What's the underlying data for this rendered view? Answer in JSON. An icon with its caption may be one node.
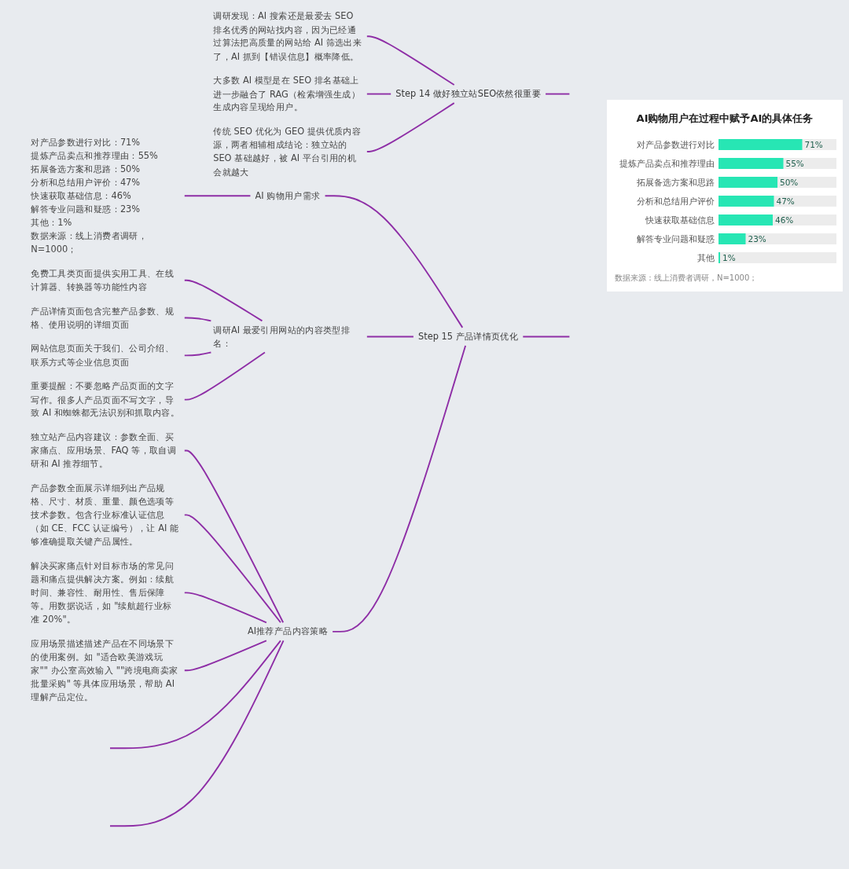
{
  "diagram": {
    "nodes": [
      {
        "text": [
          "Step 14 做好独立站SEO依然很重要"
        ]
      },
      {
        "text": [
          "调研发现：AI 搜索还是最爱去 SEO 排名优秀的网站找内容，因为已经通过算法把高质量的网站给 AI 筛选出来了，AI 抓到【错误信息】概率降低。"
        ]
      },
      {
        "text": [
          "大多数 AI 模型是在 SEO 排名基础上进一步融合了 RAG（检索增强生成）生成内容呈现给用户。"
        ]
      },
      {
        "text": [
          "传统 SEO 优化为 GEO 提供优质内容源，两者相辅相成结论：独立站的 SEO 基础越好，被 AI 平台引用的机会就越大"
        ]
      },
      {
        "text": [
          "Step 15 产品详情页优化"
        ]
      },
      {
        "text": [
          "调研AI 最爱引用网站的内容类型排名："
        ]
      },
      {
        "text": [
          "免费工具类页面提供实用工具、在线计算器、转换器等功能性内容"
        ]
      },
      {
        "text": [
          "产品详情页面包含完整产品参数、规格、使用说明的详细页面"
        ]
      },
      {
        "text": [
          "网站信息页面关于我们、公司介绍、联系方式等企业信息页面"
        ]
      },
      {
        "text": [
          "重要提醒：不要忽略产品页面的文字写作。很多人产品页面不写文字，导致 AI 和蜘蛛都无法识别和抓取内容。"
        ]
      },
      {
        "text": [
          "AI 购物用户需求"
        ]
      },
      {
        "text": [
          "对产品参数进行对比：71%",
          "提炼产品卖点和推荐理由：55%",
          "拓展备选方案和思路：50%",
          "分析和总结用户评价：47%",
          "快速获取基础信息：46%",
          "解答专业问题和疑惑：23%",
          "其他：1%",
          "数据来源：线上消费者调研，N=1000；"
        ]
      },
      {
        "text": [
          "AI推荐产品内容策略"
        ]
      },
      {
        "text": [
          "独立站产品内容建议：参数全面、买家痛点、应用场景、FAQ 等，取自调研和 AI 推荐细节。"
        ]
      },
      {
        "text": [
          "产品参数全面展示详细列出产品规格、尺寸、材质、重量、颜色选项等技术参数。包含行业标准认证信息（如 CE、FCC 认证编号），让 AI 能够准确提取关键产品属性。"
        ]
      },
      {
        "text": [
          "解决买家痛点针对目标市场的常见问题和痛点提供解决方案。例如：续航时间、兼容性、耐用性、售后保障等。用数据说话，如 \"续航超行业标准 20%\"。"
        ]
      },
      {
        "text": [
          "应用场景描述描述产品在不同场景下的使用案例。如 \"适合欧美游戏玩家\"\" 办公室高效输入 \"\"跨境电商卖家批量采购\" 等具体应用场景，帮助 AI 理解产品定位。"
        ]
      }
    ],
    "edges": [
      {
        "from": null,
        "to": 0,
        "arrow": "none"
      },
      {
        "from": 0,
        "to": 1,
        "arrow": "none"
      },
      {
        "from": 0,
        "to": 2,
        "arrow": "none"
      },
      {
        "from": 0,
        "to": 3,
        "arrow": "none"
      },
      {
        "from": null,
        "to": 4,
        "arrow": "none"
      },
      {
        "from": 4,
        "to": 10,
        "arrow": "none"
      },
      {
        "from": 10,
        "to": 11,
        "arrow": "none"
      },
      {
        "from": 4,
        "to": 5,
        "arrow": "none"
      },
      {
        "from": 5,
        "to": 6,
        "arrow": "none"
      },
      {
        "from": 5,
        "to": 7,
        "arrow": "none"
      },
      {
        "from": 5,
        "to": 8,
        "arrow": "none"
      },
      {
        "from": 5,
        "to": 9,
        "arrow": "none"
      },
      {
        "from": 4,
        "to": 12,
        "arrow": "none"
      },
      {
        "from": 12,
        "to": 13,
        "arrow": "none"
      },
      {
        "from": 12,
        "to": 14,
        "arrow": "none"
      },
      {
        "from": 12,
        "to": 15,
        "arrow": "none"
      },
      {
        "from": 12,
        "to": 16,
        "arrow": "none"
      },
      {
        "from": 12,
        "to": null,
        "arrow": "none"
      },
      {
        "from": 12,
        "to": null,
        "arrow": "none"
      }
    ],
    "chart_data": {
      "type": "bar",
      "orientation": "horizontal",
      "title": "AI购物用户在过程中赋予AI的具体任务",
      "categories": [
        "对产品参数进行对比",
        "提炼产品卖点和推荐理由",
        "拓展备选方案和思路",
        "分析和总结用户评价",
        "快速获取基础信息",
        "解答专业问题和疑惑",
        "其他"
      ],
      "series": [
        {
          "color": "#27e6b4",
          "values": [
            71,
            55,
            50,
            47,
            46,
            23,
            1
          ],
          "value_labels": [
            "71%",
            "55%",
            "50%",
            "47%",
            "46%",
            "23%",
            "1%"
          ]
        }
      ],
      "data_labels": true,
      "annotations": [
        "数据来源：线上消费者调研，N=1000；"
      ]
    }
  }
}
